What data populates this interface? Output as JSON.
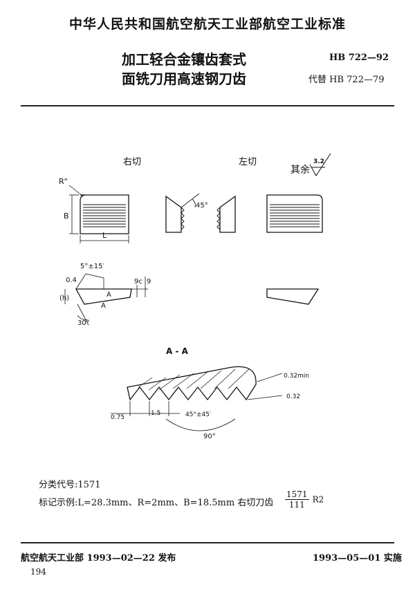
{
  "header": {
    "org_standard": "中华人民共和国航空航天工业部航空工业标准",
    "title_line1": "加工轻合金镶齿套式",
    "title_line2": "面铣刀用高速钢刀齿",
    "standard_no": "HB 722—92",
    "replaces": "代替 HB 722—79"
  },
  "drawing": {
    "right_cut": "右切",
    "left_cut": "左切",
    "roughness_rest": "其余",
    "roughness_value": "3.2",
    "dim_R": "R\"",
    "dim_B": "B",
    "dim_L": "L",
    "angle_45": "45°",
    "angle_5": "5°±15′",
    "val_0_4": "0.4",
    "dim_h": "(h)",
    "dim_9c": "9c",
    "dim_9": "9",
    "section_mark": "A",
    "angle_30": "30°",
    "section_title": "A - A",
    "dim_032min": "0.32min",
    "dim_032": "0.32",
    "dim_075": "0.75",
    "dim_15": "1.5",
    "angle_45pm": "45°±45′",
    "angle_90": "90°"
  },
  "meta": {
    "class_code": "分类代号:1571",
    "marking_example": "标记示例:L=28.3mm、R=2mm、B=18.5mm 右切刀齿",
    "frac_num": "1571",
    "frac_den": "111",
    "frac_suffix": "R2"
  },
  "footer": {
    "issued": "航空航天工业部 1993—02—22 发布",
    "effective": "1993—05—01 实施",
    "page": "194"
  }
}
